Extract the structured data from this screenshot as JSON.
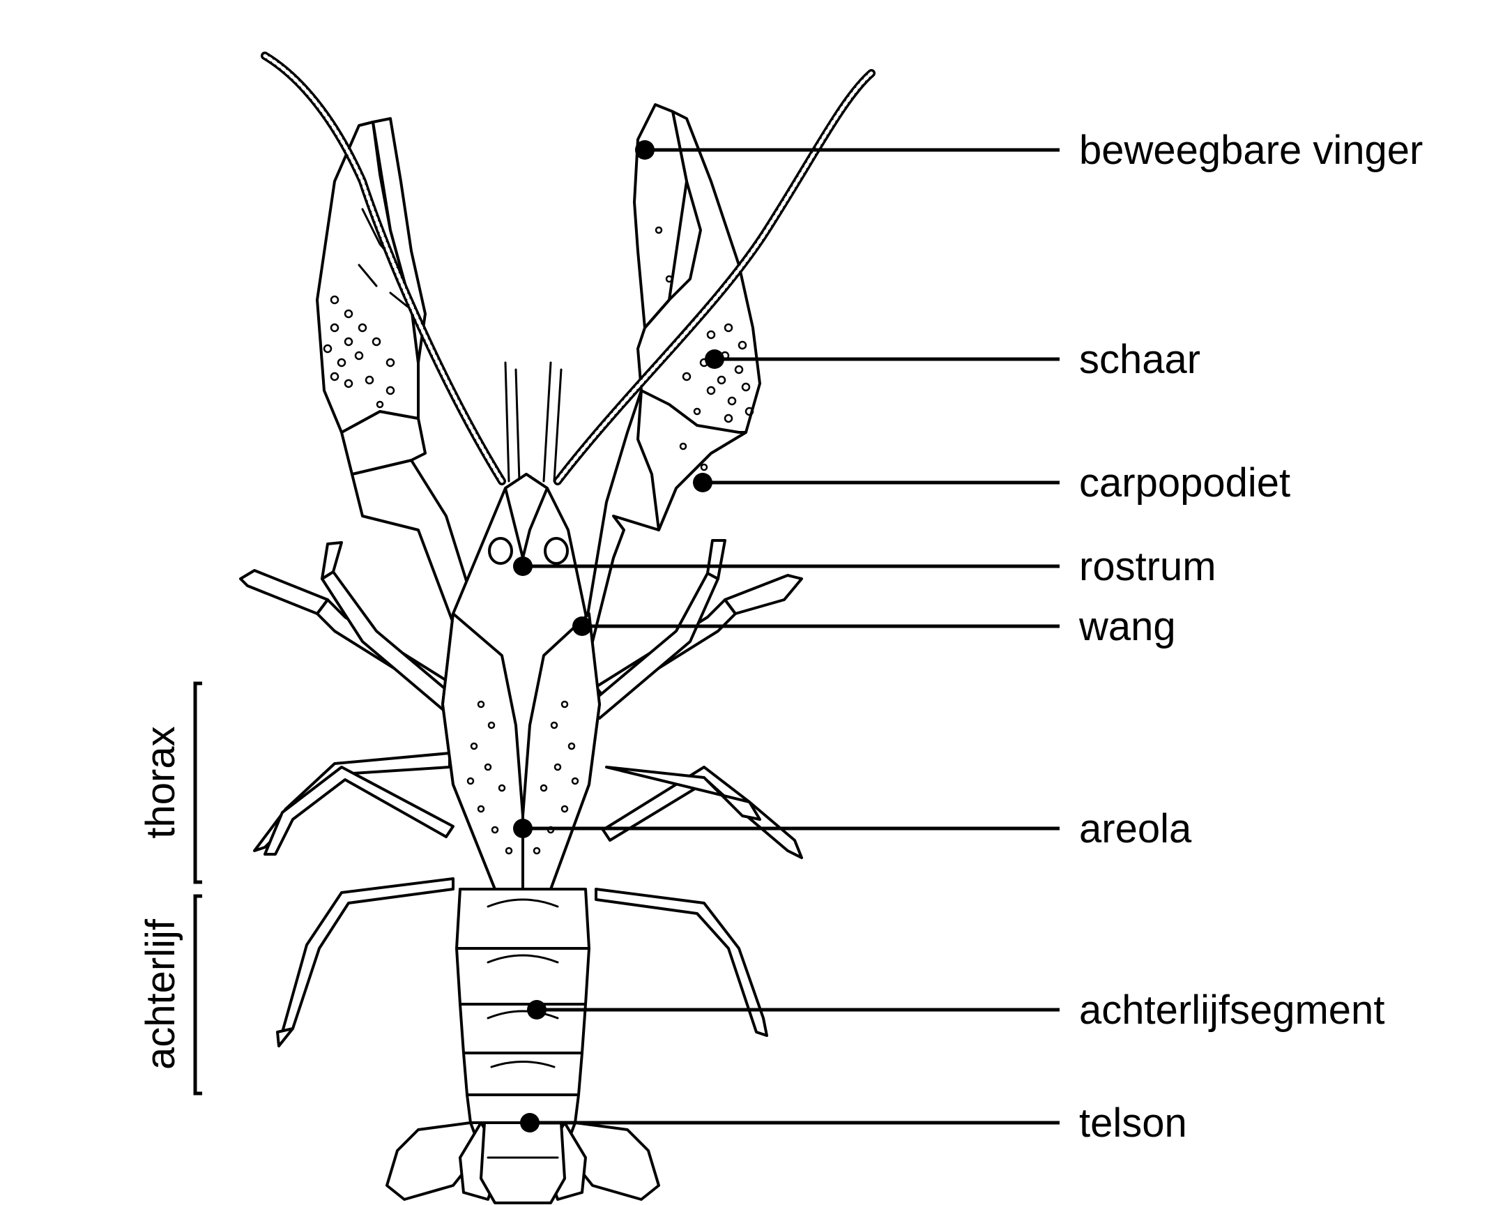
{
  "labels": [
    {
      "id": "beweegbare-vinger",
      "text": "beweegbare vinger"
    },
    {
      "id": "schaar",
      "text": "schaar"
    },
    {
      "id": "carpopodiet",
      "text": "carpopodiet"
    },
    {
      "id": "rostrum",
      "text": "rostrum"
    },
    {
      "id": "wang",
      "text": "wang"
    },
    {
      "id": "areola",
      "text": "areola"
    },
    {
      "id": "achterlijfsegment",
      "text": "achterlijfsegment"
    },
    {
      "id": "telson",
      "text": "telson"
    }
  ],
  "regions": {
    "thorax": "thorax",
    "achterlijf": "achterlijf"
  }
}
